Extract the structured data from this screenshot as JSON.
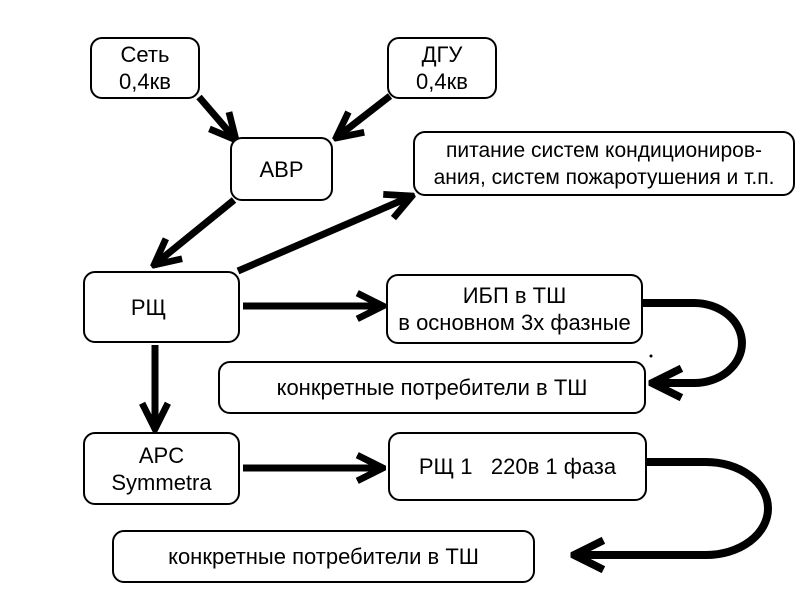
{
  "diagram": {
    "background_color": "#ffffff",
    "stroke_color": "#000000",
    "nodes": {
      "net": {
        "line1": "Сеть",
        "line2": "0,4кв"
      },
      "dgu": {
        "line1": "ДГУ",
        "line2": "0,4кв"
      },
      "avr": {
        "line1": "АВР"
      },
      "feed": {
        "line1": "питание систем кондициониров-",
        "line2": "ания, систем пожаротушения и т.п."
      },
      "rsh": {
        "line1": "РЩ"
      },
      "ups": {
        "line1": "ИБП в ТШ",
        "line2": "в основном 3х фазные"
      },
      "cons1": {
        "line1": "конкретные потребители в ТШ"
      },
      "apc": {
        "line1": "APC",
        "line2": "Symmetra"
      },
      "rsh1": {
        "line1": "РЩ 1   220в 1 фаза"
      },
      "cons2": {
        "line1": "конкретные потребители в ТШ"
      }
    },
    "edges": [
      {
        "from": "net",
        "to": "avr",
        "style": "straight"
      },
      {
        "from": "dgu",
        "to": "avr",
        "style": "straight"
      },
      {
        "from": "avr",
        "to": "rsh",
        "style": "straight"
      },
      {
        "from": "rsh",
        "to": "feed",
        "style": "straight"
      },
      {
        "from": "rsh",
        "to": "ups",
        "style": "straight"
      },
      {
        "from": "ups",
        "to": "cons1",
        "style": "curved-right-loop"
      },
      {
        "from": "rsh",
        "to": "apc",
        "style": "straight"
      },
      {
        "from": "apc",
        "to": "rsh1",
        "style": "straight"
      },
      {
        "from": "rsh1",
        "to": "cons2",
        "style": "curved-right-loop"
      }
    ]
  }
}
